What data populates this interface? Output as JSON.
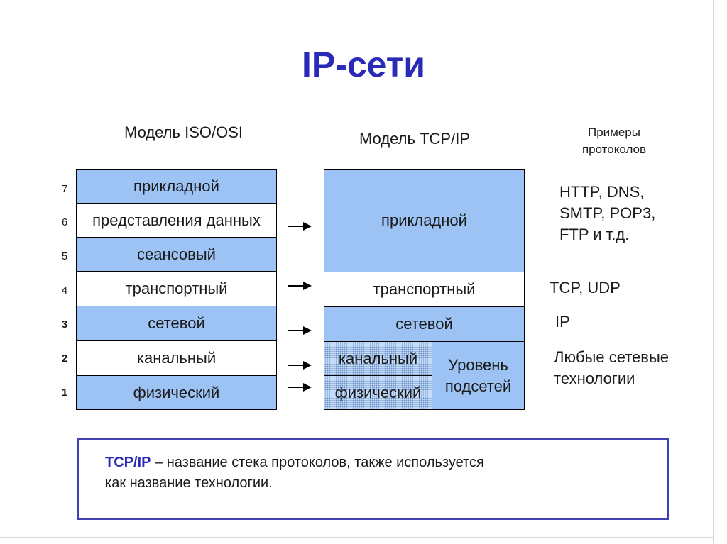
{
  "slide": {
    "title": "IP-сети"
  },
  "columns": {
    "iso_osi": "Модель ISO/OSI",
    "tcp_ip": "Модель TCP/IP",
    "examples_line1": "Примеры",
    "examples_line2": "протоколов"
  },
  "osi_layers": [
    {
      "num": "7",
      "label": "прикладной"
    },
    {
      "num": "6",
      "label": "представления данных"
    },
    {
      "num": "5",
      "label": "сеансовый"
    },
    {
      "num": "4",
      "label": "транспортный"
    },
    {
      "num": "3",
      "label": "сетевой"
    },
    {
      "num": "2",
      "label": "канальный"
    },
    {
      "num": "1",
      "label": "физический"
    }
  ],
  "tcpip_layers": {
    "application": "прикладной",
    "transport": "транспортный",
    "network": "сетевой",
    "datalink": "канальный",
    "physical": "физический",
    "subnet_line1": "Уровень",
    "subnet_line2": "подсетей"
  },
  "protocols": {
    "application_line1": "HTTP, DNS,",
    "application_line2": "SMTP, POP3,",
    "application_line3": "FTP и т.д.",
    "transport": "TCP, UDP",
    "network": "IP",
    "subnet_line1": "Любые сетевые",
    "subnet_line2": "технологии"
  },
  "note": {
    "term": "TCP/IP",
    "text_line1": " – название стека протоколов, также используется",
    "text_line2": "как название технологии."
  },
  "colors": {
    "title": "#2a2ab8",
    "layer_fill": "#9dc3f5",
    "note_border": "#4040b0"
  }
}
